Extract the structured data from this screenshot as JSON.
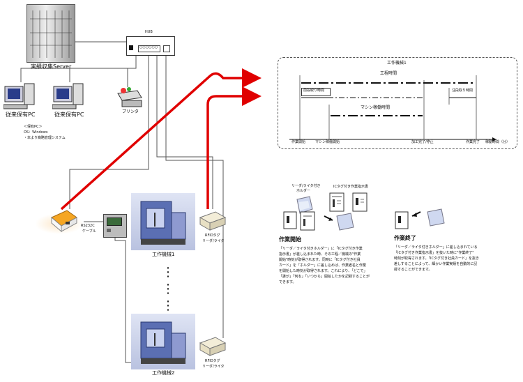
{
  "network": {
    "server_label": "実績収集Server",
    "hub_label": "HUB",
    "hub_ports": "○○○○○○",
    "pc1_label": "従来保有PC",
    "pc2_label": "従来保有PC",
    "printer_label": "プリンタ",
    "pc_note_1": "＜保有PC＞",
    "pc_note_2": "OS：Windows",
    "pc_note_3": "・本より簡略管理システム",
    "cable_label_1": "RS232C",
    "cable_label_2": "ケーブル",
    "machine1_label": "工作機械1",
    "machine2_label": "工作機械2",
    "rfid1_label_1": "RFIDタグ",
    "rfid1_label_2": "リーダ/ライタ",
    "rfid2_label_1": "RFIDタグ",
    "rfid2_label_2": "リーダ/ライタ",
    "ellipsis": "⋮"
  },
  "timing": {
    "title": "工作機械1",
    "work_time": "工程時間",
    "pre_setup": "前段取り時間",
    "post_setup": "注段取り時間",
    "machine_time": "マシン稼働時間",
    "axis_label": "稼動時間（分）",
    "ev_start": "作業開始",
    "ev_machine_start": "マシン稼働開始",
    "ev_process_end": "加工完了/停止",
    "ev_work_end": "作業完了"
  },
  "legend": {
    "holder_label_1": "リーダ/ライタ付き",
    "holder_label_2": "ホルダー",
    "sheet_label": "ICタグ付き作業指示書"
  },
  "work_start": {
    "heading": "作業開始",
    "text": [
      "「リーダ／ライタ付きホルダー」に「ICタグ付き作業",
      "指示書」が差し込まれた時、その工程／機械の\"作業",
      "開始\"時刻が取得されます。同時に「ICタグ付き社員",
      "カード」を「ホルダー」に差し込めば、作業者名と作業",
      "を開始した時刻が取得されます。これにより、「どこで」",
      "「誰が」「何を」「いつから」開始したかを記録することが",
      "できます。"
    ]
  },
  "work_end": {
    "heading": "作業終了",
    "text": [
      "「リーダ／ライタ付きホルダー」に差し込まれている",
      "「ICタグ付き作業指示書」を抜いた時に\"作業終了\"",
      "時刻が取得されます。「ICタグ付き社員カード」を抜き",
      "差しすることによって、細かい作業実績を自動的に記",
      "録することができます。"
    ]
  },
  "colors": {
    "red_arrow": "#e00000",
    "line": "#555555"
  }
}
